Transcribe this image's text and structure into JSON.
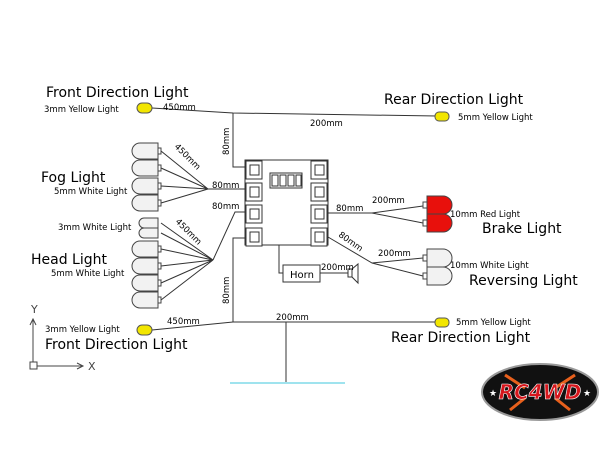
{
  "labels": {
    "front_direction_top": "Front Direction Light",
    "front_direction_top_spec": "3mm Yellow Light",
    "rear_direction_top": "Rear Direction Light",
    "rear_direction_top_spec": "5mm Yellow Light",
    "fog": "Fog Light",
    "fog_spec": "5mm White Light",
    "head_small_spec": "3mm White Light",
    "head": "Head Light",
    "head_spec": "5mm White Light",
    "brake_spec": "10mm Red Light",
    "brake": "Brake Light",
    "reversing_spec": "10mm White Light",
    "reversing": "Reversing Light",
    "front_direction_bottom_spec": "3mm Yellow Light",
    "front_direction_bottom": "Front Direction Light",
    "rear_direction_bottom_spec": "5mm Yellow Light",
    "rear_direction_bottom": "Rear Direction Light",
    "horn": "Horn",
    "axis_x": "X",
    "axis_y": "Y"
  },
  "lengths": {
    "front_top": "450mm",
    "rear_top": "200mm",
    "vert_top": "80mm",
    "fog_bundle": "450mm",
    "fog_lead": "80mm",
    "head_bundle": "450mm",
    "head_lead": "80mm",
    "vert_bottom": "80mm",
    "front_bottom": "450mm",
    "rear_bottom": "200mm",
    "brake_lead": "80mm",
    "brake_split": "200mm",
    "rev_lead": "80mm",
    "rev_split": "200mm",
    "horn_speaker": "200mm"
  },
  "logo": {
    "text": "RC4WD"
  },
  "colors": {
    "yellow": "#f2e600",
    "red": "#e8100c",
    "white_bulb": "#f2f2f2",
    "ground": "#9fe3ee"
  }
}
